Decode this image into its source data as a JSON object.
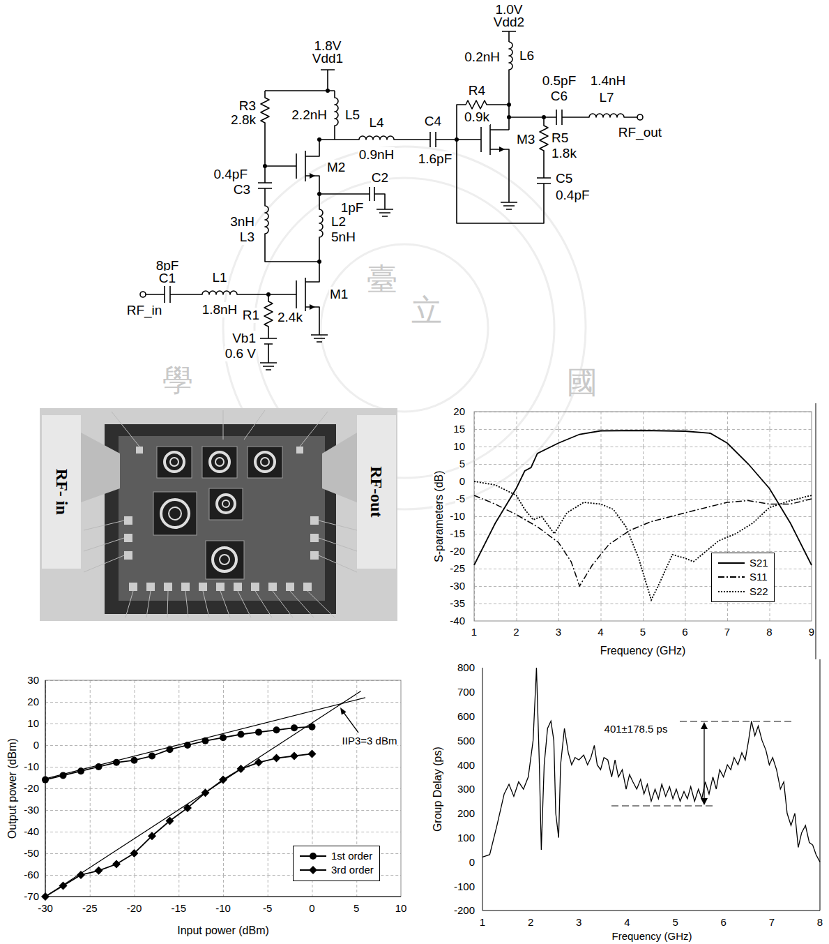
{
  "diagram": {
    "labels": [
      "1.8V",
      "Vdd1",
      "1.0V",
      "Vdd2",
      "0.2nH",
      "L6",
      "0.5pF",
      "1.4nH",
      "C6",
      "L7",
      "R4",
      "0.9k",
      "RF_out",
      "R5",
      "M3",
      "1.8k",
      "R3",
      "2.8k",
      "2.2nH",
      "L5",
      "L4",
      "0.9nH",
      "C4",
      "1.6pF",
      "C5",
      "0.4pF",
      "0.4pF",
      "C3",
      "M2",
      "C2",
      "1pF",
      "3nH",
      "L3",
      "L2",
      "5nH",
      "8pF",
      "C1",
      "RF_in",
      "L1",
      "1.8nH",
      "M1",
      "R1",
      "2.4k",
      "Vb1",
      "0.6 V",
      "臺",
      "立",
      "學",
      "國",
      "RF- in",
      "RF-out",
      "20",
      "15",
      "10",
      "5",
      "0",
      "-5",
      "-10",
      "-15",
      "-20",
      "-25",
      "-30",
      "-35",
      "-40",
      "1",
      "2",
      "3",
      "4",
      "5",
      "6",
      "7",
      "8",
      "9",
      "S-parameters (dB)",
      "Frequency (GHz)",
      "30",
      "20",
      "10",
      "0",
      "-10",
      "-20",
      "-30",
      "-40",
      "-50",
      "-60",
      "-70",
      "-30",
      "-25",
      "-20",
      "-15",
      "-10",
      "-5",
      "0",
      "5",
      "10",
      "Output power (dBm)",
      "Input power (dBm)",
      "IIP3=3 dBm",
      "800",
      "700",
      "600",
      "500",
      "400",
      "300",
      "200",
      "100",
      "0",
      "-100",
      "-200",
      "1",
      "2",
      "3",
      "4",
      "5",
      "6",
      "7",
      "8",
      "Group Delay (ps)",
      "Frequency (GHz)",
      "401±178.5 ps"
    ],
    "legend": [
      {
        "text": "S21"
      },
      {
        "text": "S11"
      },
      {
        "text": "S22"
      },
      {
        "text": "1st order"
      },
      {
        "text": "3rd order"
      }
    ]
  }
}
